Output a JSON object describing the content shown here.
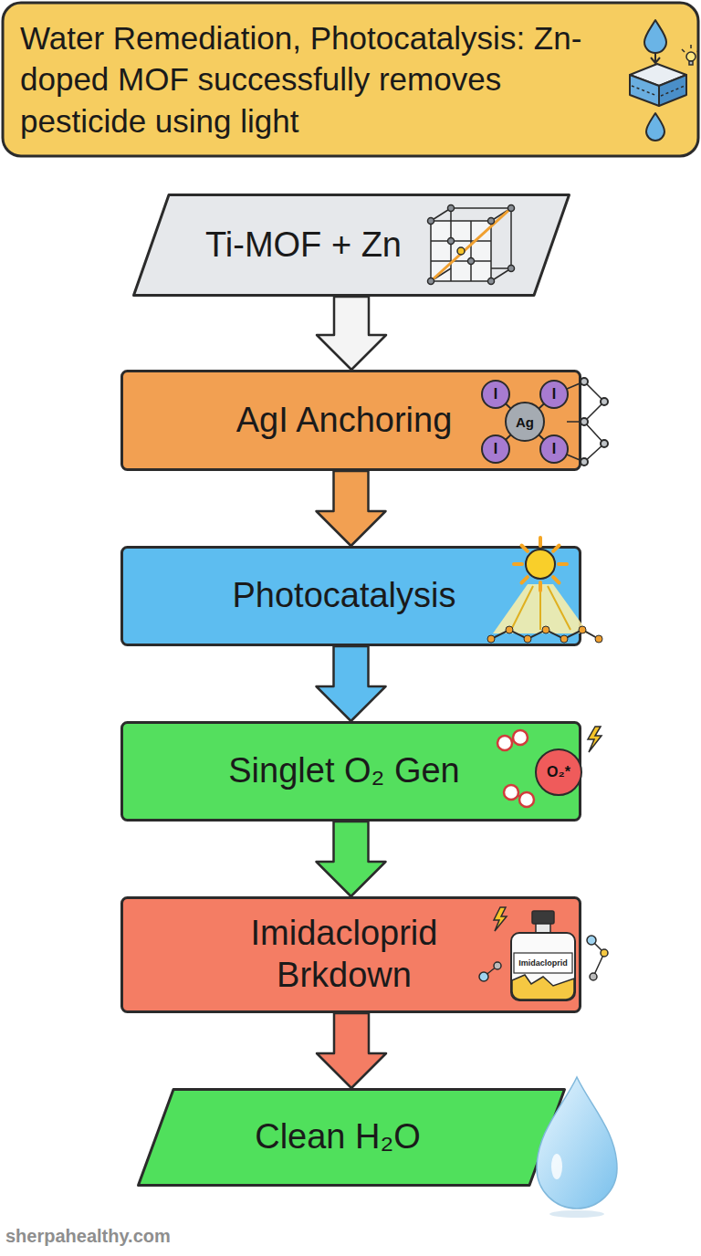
{
  "diagram": {
    "title": "Water Remediation, Photocatalysis: Zn-doped MOF successfully removes pesticide using light",
    "nodes": [
      {
        "text": [
          "Ti-MOF + Zn"
        ]
      },
      {
        "text": [
          "AgI Anchoring"
        ]
      },
      {
        "text": [
          "Photocatalysis"
        ]
      },
      {
        "text": [
          "Singlet O₂ Gen"
        ]
      },
      {
        "text": [
          "Imidacloprid Brkdown"
        ]
      },
      {
        "text": [
          "Clean H₂O"
        ]
      }
    ],
    "edges": [
      {
        "from": 0,
        "to": 1,
        "arrow": "to"
      },
      {
        "from": 1,
        "to": 2,
        "arrow": "to"
      },
      {
        "from": 2,
        "to": 3,
        "arrow": "to"
      },
      {
        "from": 3,
        "to": 4,
        "arrow": "to"
      },
      {
        "from": 4,
        "to": 5,
        "arrow": "to"
      }
    ],
    "labels": [
      "Ag",
      "I",
      "I",
      "I",
      "I",
      "O₂*",
      "Imidacloprid",
      "sherpahealthy.com"
    ]
  }
}
